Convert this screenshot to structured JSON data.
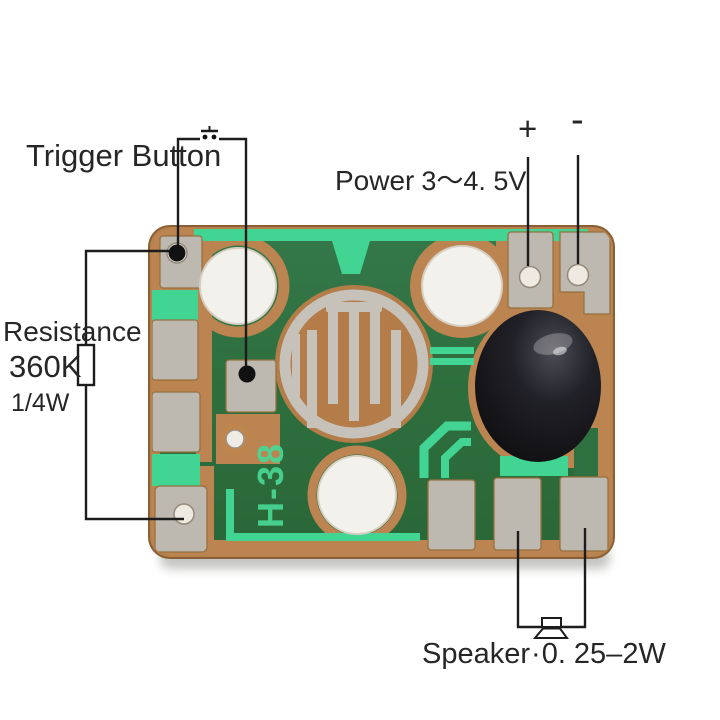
{
  "subject": {
    "description": "Annotated photo of a green sound-module PCB with chip-on-board blob",
    "board_marking": "H-38"
  },
  "labels": {
    "trigger": "Trigger Button",
    "power_label": "Power",
    "power_value": "3～4. 5V",
    "power_plus": "+",
    "power_minus": "-",
    "resistance_label": "Resistance",
    "resistance_value": "360K",
    "resistance_rating": "1/4W",
    "speaker_label": "Speaker",
    "speaker_separator": "·",
    "speaker_value": "0. 25–2W"
  },
  "icons": {
    "push_button": "push-button-icon",
    "resistor": "resistor-icon",
    "speaker": "speaker-icon"
  },
  "colors": {
    "solder_mask_green": "#2f7040",
    "trace_mint_green": "#41d493",
    "copper_tan": "#bb8450",
    "pad_silver": "#bdb9b1",
    "hole_white": "#f3f1ec",
    "chip_blob_black": "#17171a",
    "annotation_line": "#1c1c1c"
  }
}
